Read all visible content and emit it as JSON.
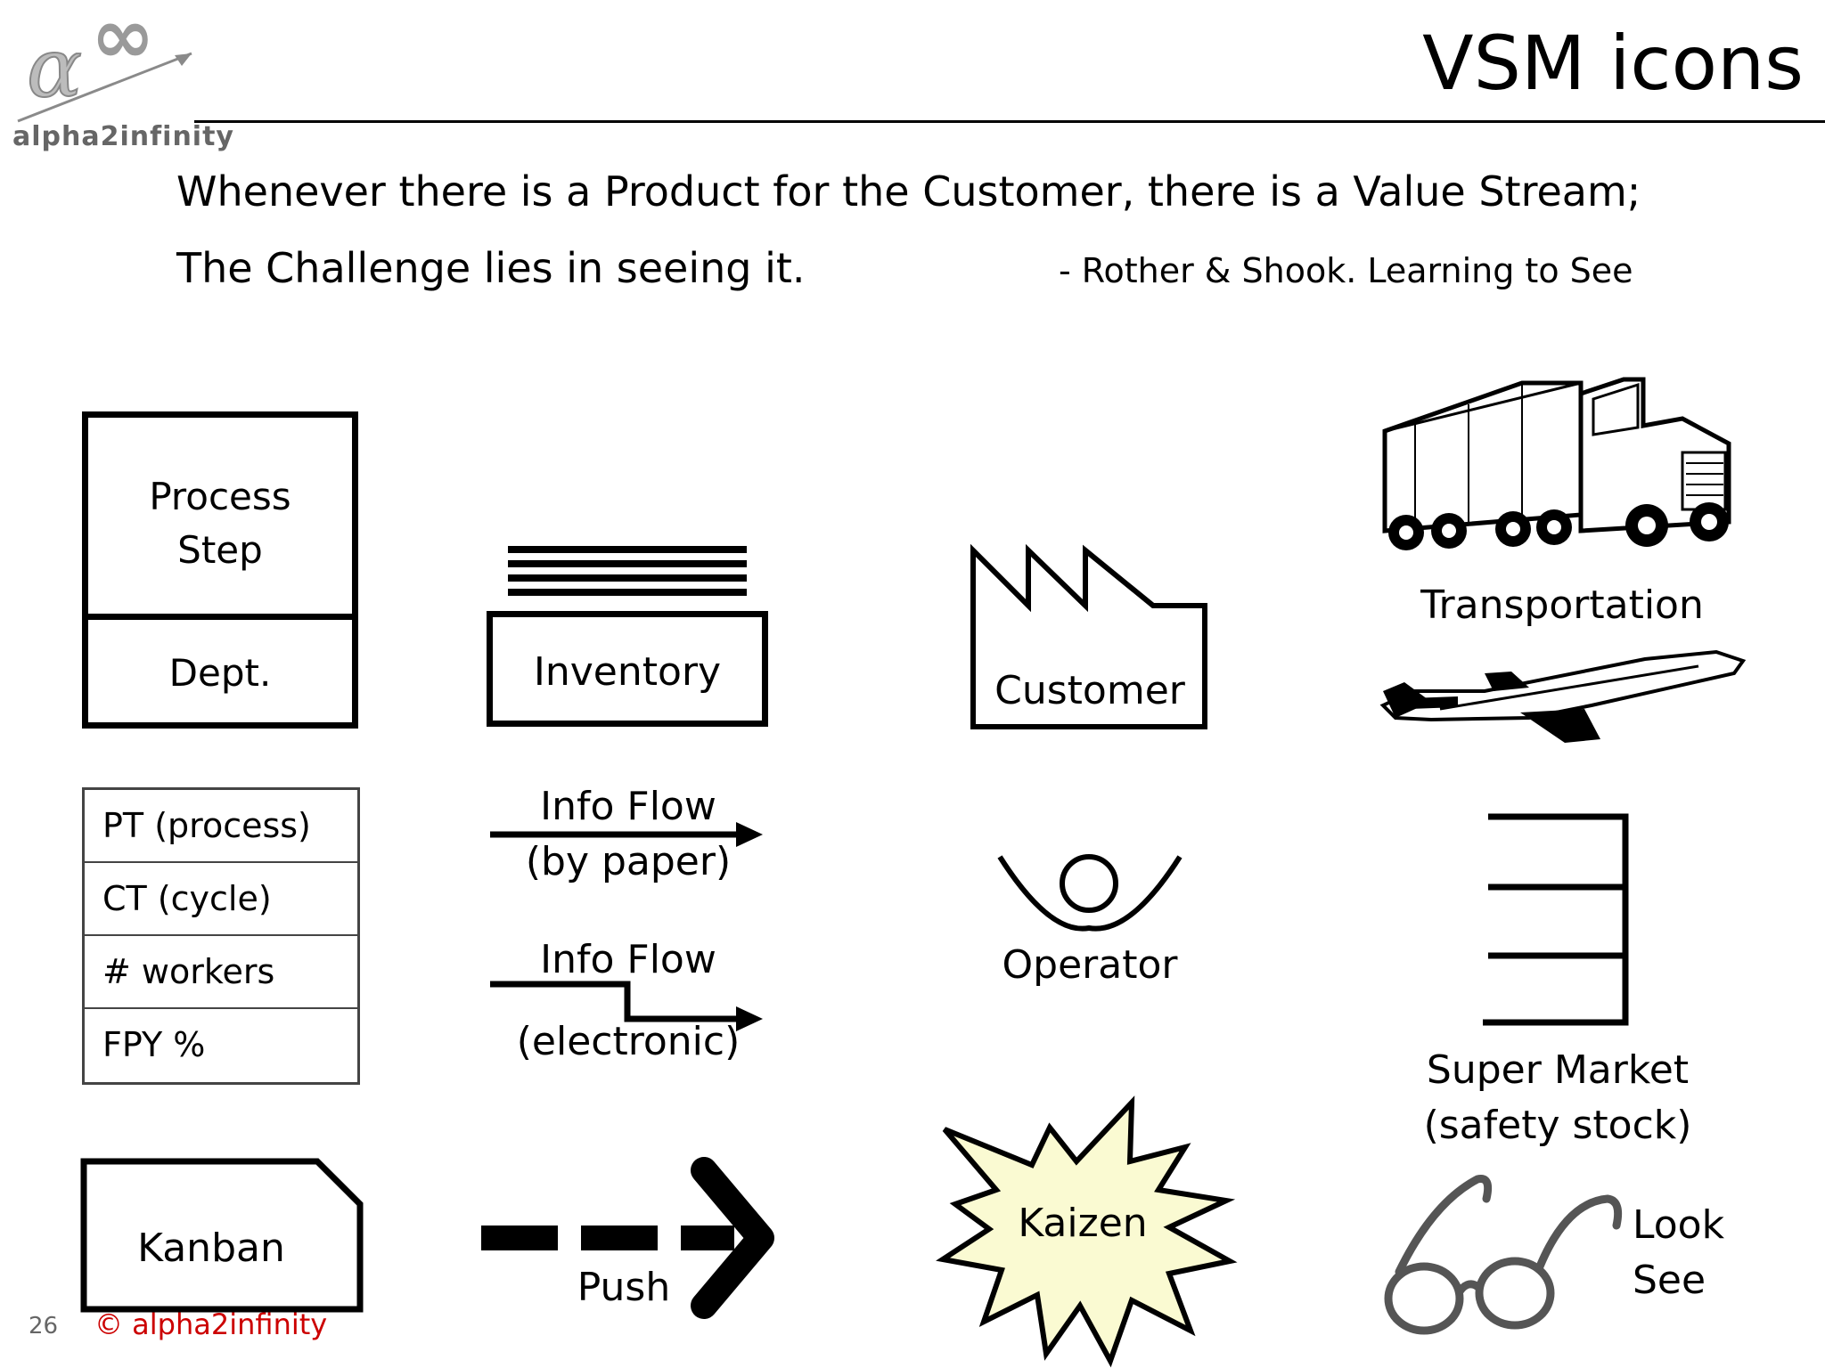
{
  "header": {
    "logo_text": "alpha2infinity",
    "title": "VSM icons"
  },
  "quote": {
    "line1": "Whenever there is a Product for the Customer, there is a Value Stream;",
    "line2": "The Challenge lies in seeing it.",
    "attribution": "- Rother & Shook.  Learning to See"
  },
  "icons": {
    "process_step": {
      "top": "Process",
      "top2": "Step",
      "bottom": "Dept."
    },
    "inventory": "Inventory",
    "customer": "Customer",
    "transportation": "Transportation",
    "metrics": [
      "PT (process)",
      "CT (cycle)",
      "# workers",
      "FPY %"
    ],
    "info_paper": {
      "line1": "Info Flow",
      "line2": "(by paper)"
    },
    "info_electronic": {
      "line1": "Info Flow",
      "line2": "(electronic)"
    },
    "operator": "Operator",
    "supermarket": {
      "line1": "Super Market",
      "line2": "(safety stock)"
    },
    "kanban": "Kanban",
    "push": "Push",
    "kaizen": "Kaizen",
    "look_see": {
      "line1": "Look",
      "line2": "See"
    }
  },
  "footer": {
    "page_number": "26",
    "copyright": "© alpha2infinity"
  },
  "colors": {
    "kaizen_fill": "#fafad2",
    "copyright": "#cc0000"
  }
}
